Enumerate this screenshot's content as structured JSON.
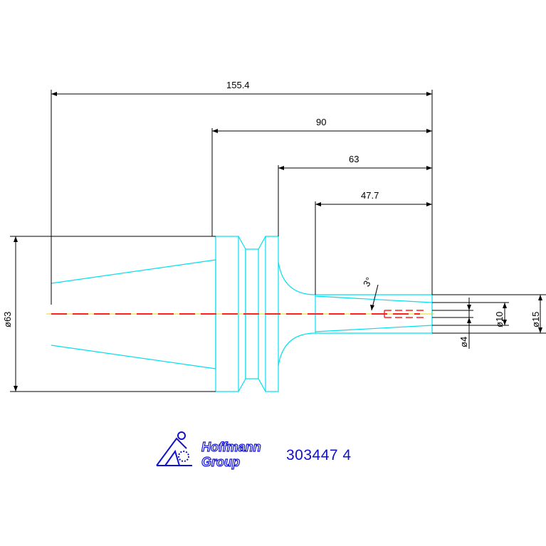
{
  "dimensions": {
    "overall_length": "155.4",
    "length_90": "90",
    "length_63": "63",
    "length_47_7": "47.7",
    "angle": "3°",
    "diameter_63": "ø63",
    "diameter_10": "ø10",
    "diameter_15": "ø15",
    "diameter_4": "ø4"
  },
  "logo": {
    "brand_line1": "Hoffmann",
    "brand_line2": "Group"
  },
  "part_number": "303447 4",
  "colors": {
    "outline": "#00e0f0",
    "dimension": "#000000",
    "centerline_red": "#ff2020",
    "centerline_yellow": "#e8d800",
    "logo": "#1010d0"
  }
}
